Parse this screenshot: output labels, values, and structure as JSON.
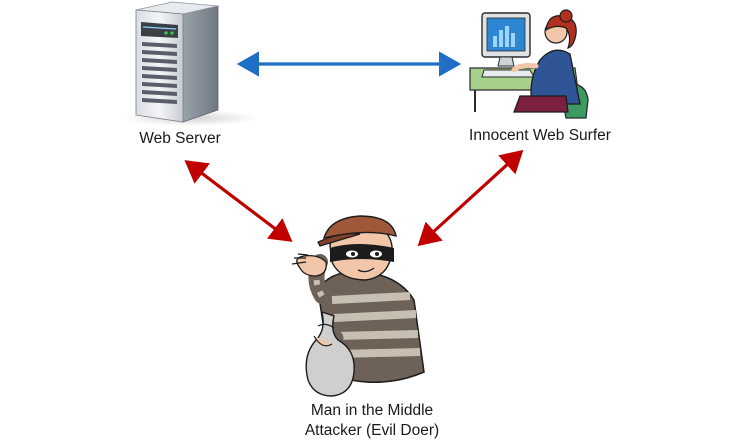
{
  "nodes": {
    "server": {
      "label": "Web Server",
      "icon": "server-tower-icon"
    },
    "surfer": {
      "label": "Innocent Web Surfer",
      "icon": "person-at-computer-icon"
    },
    "attacker": {
      "line1": "Man in the Middle",
      "line2": "Attacker (Evil Doer)",
      "icon": "masked-thief-icon"
    }
  },
  "connections": [
    {
      "from": "server",
      "to": "surfer",
      "color": "#1f6fc5",
      "style": "double-arrow"
    },
    {
      "from": "server",
      "to": "attacker",
      "color": "#c00000",
      "style": "double-arrow"
    },
    {
      "from": "surfer",
      "to": "attacker",
      "color": "#c00000",
      "style": "double-arrow"
    }
  ],
  "colors": {
    "secure_link": "#1f6fc5",
    "intercept_link": "#c00000"
  }
}
